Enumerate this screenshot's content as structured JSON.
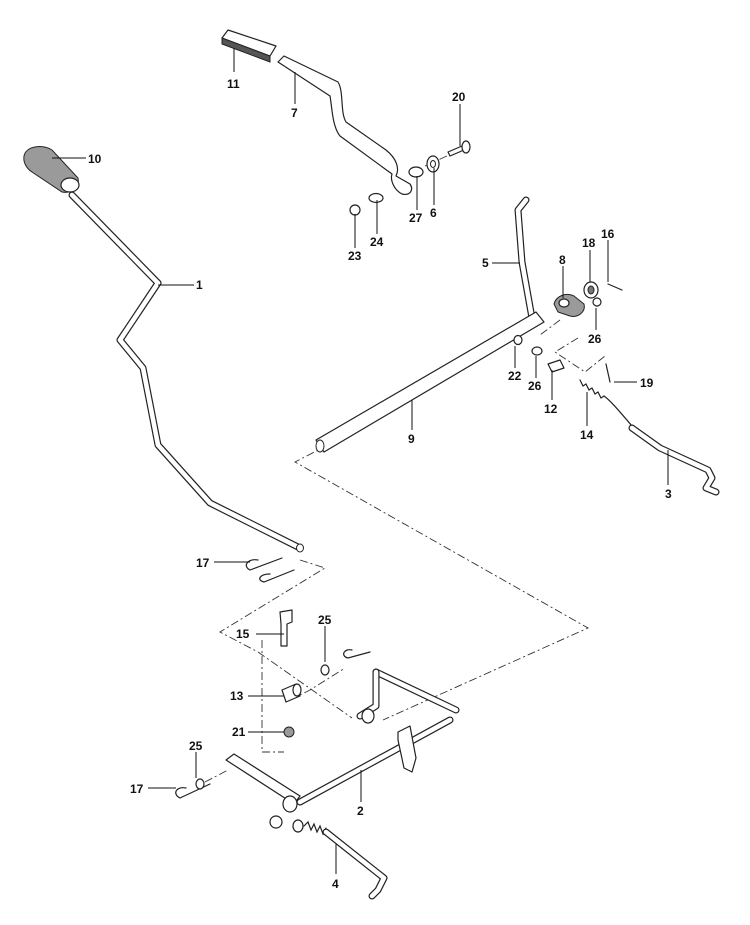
{
  "callouts": [
    {
      "id": "1",
      "text": "1"
    },
    {
      "id": "2",
      "text": "2"
    },
    {
      "id": "3",
      "text": "3"
    },
    {
      "id": "4",
      "text": "4"
    },
    {
      "id": "5",
      "text": "5"
    },
    {
      "id": "6",
      "text": "6"
    },
    {
      "id": "7",
      "text": "7"
    },
    {
      "id": "8",
      "text": "8"
    },
    {
      "id": "9",
      "text": "9"
    },
    {
      "id": "10",
      "text": "10"
    },
    {
      "id": "11",
      "text": "11"
    },
    {
      "id": "12",
      "text": "12"
    },
    {
      "id": "13",
      "text": "13"
    },
    {
      "id": "14",
      "text": "14"
    },
    {
      "id": "15",
      "text": "15"
    },
    {
      "id": "16",
      "text": "16"
    },
    {
      "id": "17a",
      "text": "17"
    },
    {
      "id": "17b",
      "text": "17"
    },
    {
      "id": "18",
      "text": "18"
    },
    {
      "id": "19",
      "text": "19"
    },
    {
      "id": "20",
      "text": "20"
    },
    {
      "id": "21",
      "text": "21"
    },
    {
      "id": "22",
      "text": "22"
    },
    {
      "id": "23",
      "text": "23"
    },
    {
      "id": "24",
      "text": "24"
    },
    {
      "id": "25a",
      "text": "25"
    },
    {
      "id": "25b",
      "text": "25"
    },
    {
      "id": "26a",
      "text": "26"
    },
    {
      "id": "26b",
      "text": "26"
    },
    {
      "id": "27",
      "text": "27"
    }
  ]
}
